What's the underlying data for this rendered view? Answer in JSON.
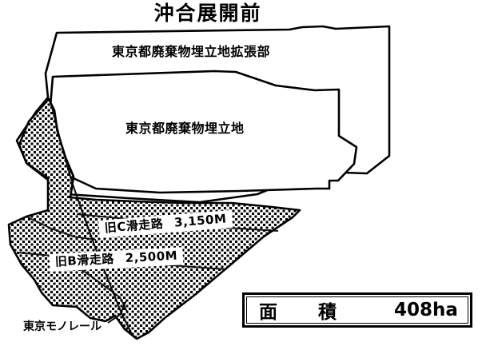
{
  "title": "沖合展開前",
  "map": {
    "labels": {
      "expansion_area": "東京都廃棄物埋立地拡張部",
      "landfill_area": "東京都廃棄物埋立地",
      "monorail": "東京モノレール"
    },
    "runways": [
      {
        "name": "旧C滑走路",
        "length": "3,150M"
      },
      {
        "name": "旧B滑走路",
        "length": "2,500M"
      }
    ]
  },
  "area_box": {
    "label": "面　積",
    "value": "408ha"
  },
  "colors": {
    "ink": "#000000",
    "paper": "#ffffff",
    "fill_texture": "#000000"
  }
}
